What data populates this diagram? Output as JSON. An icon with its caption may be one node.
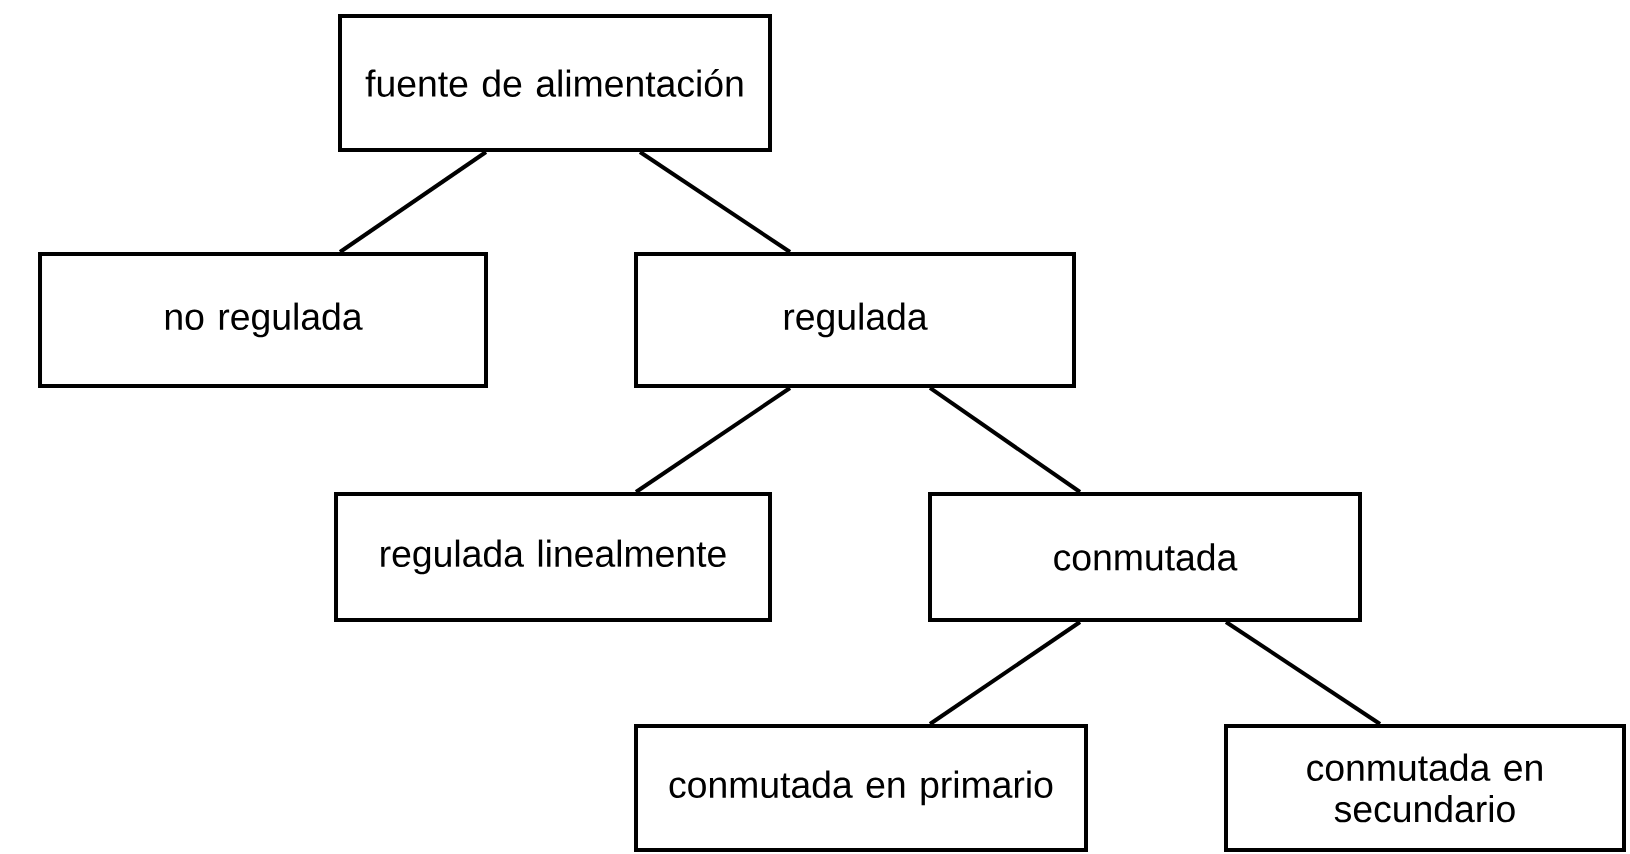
{
  "diagram": {
    "nodes": [
      {
        "text": [
          "fuente de alimentación"
        ]
      },
      {
        "text": [
          "no regulada"
        ]
      },
      {
        "text": [
          "regulada"
        ]
      },
      {
        "text": [
          "regulada linealmente"
        ]
      },
      {
        "text": [
          "conmutada"
        ]
      },
      {
        "text": [
          "conmutada en primario"
        ]
      },
      {
        "text": [
          "conmutada en secundario"
        ]
      }
    ],
    "edges": [
      {
        "from": 0,
        "to": 1,
        "arrow": "none"
      },
      {
        "from": 0,
        "to": 2,
        "arrow": "none"
      },
      {
        "from": 2,
        "to": 3,
        "arrow": "none"
      },
      {
        "from": 2,
        "to": 4,
        "arrow": "none"
      },
      {
        "from": 4,
        "to": 5,
        "arrow": "none"
      },
      {
        "from": 4,
        "to": 6,
        "arrow": "none"
      }
    ]
  }
}
